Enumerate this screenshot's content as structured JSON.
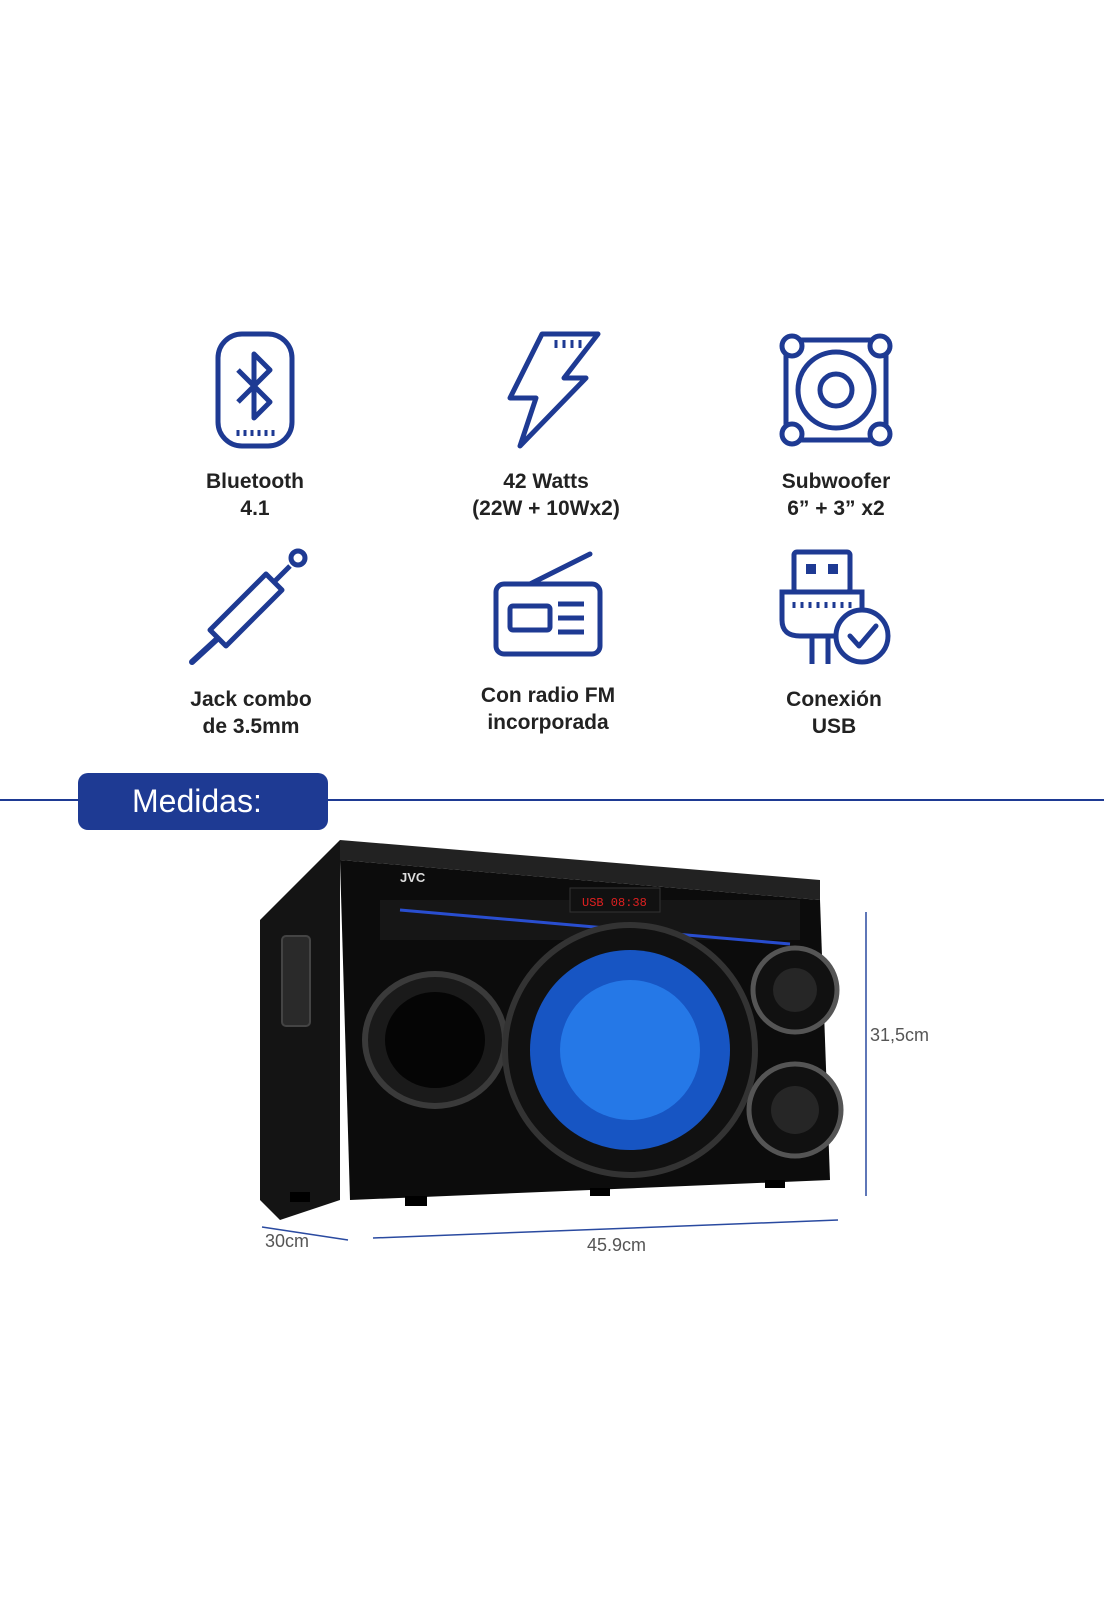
{
  "features": [
    {
      "name": "bluetooth",
      "icon": "bluetooth-phone-icon",
      "line1": "Bluetooth",
      "line2": "4.1"
    },
    {
      "name": "watts",
      "icon": "lightning-bolt-icon",
      "line1": "42 Watts",
      "line2": "(22W + 10Wx2)"
    },
    {
      "name": "subwoofer",
      "icon": "speaker-icon",
      "line1": "Subwoofer",
      "line2": "6” + 3” x2"
    },
    {
      "name": "jack",
      "icon": "audio-jack-icon",
      "line1": "Jack combo",
      "line2": "de 3.5mm"
    },
    {
      "name": "radio",
      "icon": "radio-icon",
      "line1": "Con radio FM",
      "line2": "incorporada"
    },
    {
      "name": "usb",
      "icon": "usb-check-icon",
      "line1": "Conexión",
      "line2": "USB"
    }
  ],
  "section": {
    "title": "Medidas:"
  },
  "dimensions": {
    "height": "31,5cm",
    "depth": "30cm",
    "width": "45.9cm"
  },
  "product": {
    "brand": "JVC",
    "display": "USB 08:38"
  },
  "colors": {
    "accent": "#1e3a93",
    "icon_stroke": "#1e3a93"
  }
}
